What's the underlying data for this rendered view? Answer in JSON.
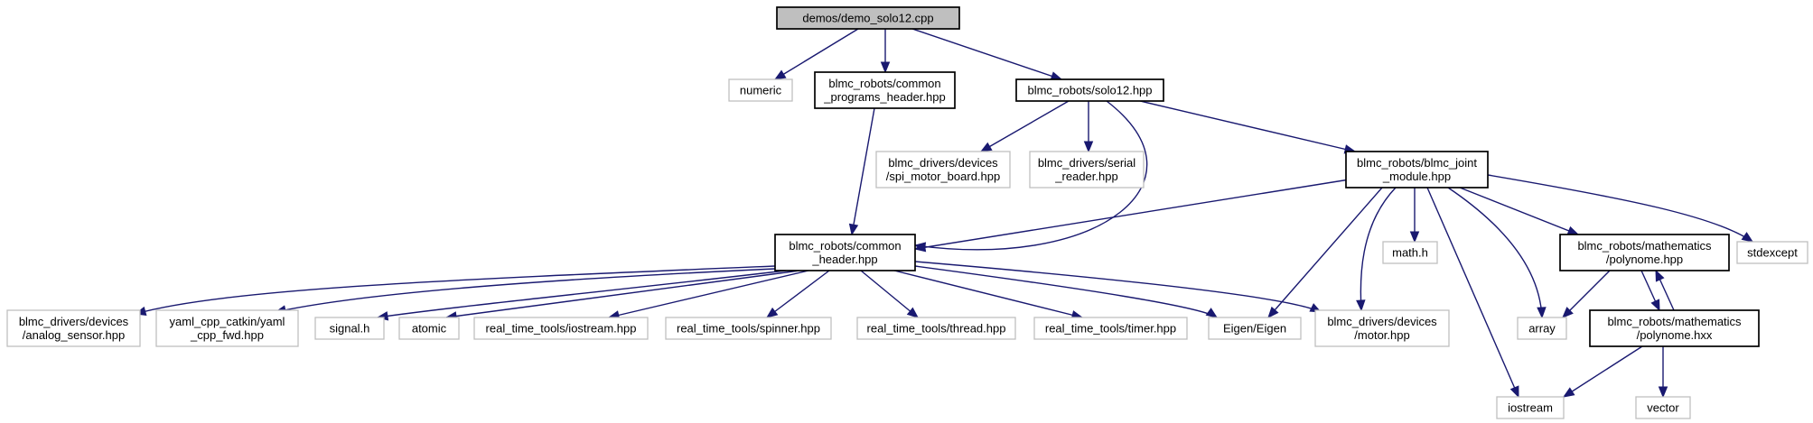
{
  "diagram": {
    "nodes": [
      {
        "id": "root",
        "lines": [
          "demos/demo_solo12.cpp"
        ],
        "style": "root"
      },
      {
        "id": "numeric",
        "lines": [
          "numeric"
        ],
        "style": "external"
      },
      {
        "id": "common_programs",
        "lines": [
          "blmc_robots/common",
          "_programs_header.hpp"
        ],
        "style": "documented"
      },
      {
        "id": "solo12",
        "lines": [
          "blmc_robots/solo12.hpp"
        ],
        "style": "documented"
      },
      {
        "id": "spi_motor_board",
        "lines": [
          "blmc_drivers/devices",
          "/spi_motor_board.hpp"
        ],
        "style": "external"
      },
      {
        "id": "serial_reader",
        "lines": [
          "blmc_drivers/serial",
          "_reader.hpp"
        ],
        "style": "external"
      },
      {
        "id": "blmc_joint",
        "lines": [
          "blmc_robots/blmc_joint",
          "_module.hpp"
        ],
        "style": "documented"
      },
      {
        "id": "common_header",
        "lines": [
          "blmc_robots/common",
          "_header.hpp"
        ],
        "style": "documented"
      },
      {
        "id": "math_h",
        "lines": [
          "math.h"
        ],
        "style": "external"
      },
      {
        "id": "polynome_hpp",
        "lines": [
          "blmc_robots/mathematics",
          "/polynome.hpp"
        ],
        "style": "documented"
      },
      {
        "id": "stdexcept",
        "lines": [
          "stdexcept"
        ],
        "style": "external"
      },
      {
        "id": "analog_sensor",
        "lines": [
          "blmc_drivers/devices",
          "/analog_sensor.hpp"
        ],
        "style": "external"
      },
      {
        "id": "yaml_cpp",
        "lines": [
          "yaml_cpp_catkin/yaml",
          "_cpp_fwd.hpp"
        ],
        "style": "external"
      },
      {
        "id": "signal_h",
        "lines": [
          "signal.h"
        ],
        "style": "external"
      },
      {
        "id": "atomic",
        "lines": [
          "atomic"
        ],
        "style": "external"
      },
      {
        "id": "rt_iostream",
        "lines": [
          "real_time_tools/iostream.hpp"
        ],
        "style": "external"
      },
      {
        "id": "rt_spinner",
        "lines": [
          "real_time_tools/spinner.hpp"
        ],
        "style": "external"
      },
      {
        "id": "rt_thread",
        "lines": [
          "real_time_tools/thread.hpp"
        ],
        "style": "external"
      },
      {
        "id": "rt_timer",
        "lines": [
          "real_time_tools/timer.hpp"
        ],
        "style": "external"
      },
      {
        "id": "eigen",
        "lines": [
          "Eigen/Eigen"
        ],
        "style": "external"
      },
      {
        "id": "motor",
        "lines": [
          "blmc_drivers/devices",
          "/motor.hpp"
        ],
        "style": "external"
      },
      {
        "id": "array",
        "lines": [
          "array"
        ],
        "style": "external"
      },
      {
        "id": "polynome_hxx",
        "lines": [
          "blmc_robots/mathematics",
          "/polynome.hxx"
        ],
        "style": "documented"
      },
      {
        "id": "iostream",
        "lines": [
          "iostream"
        ],
        "style": "external"
      },
      {
        "id": "vector",
        "lines": [
          "vector"
        ],
        "style": "external"
      }
    ],
    "edges": [
      {
        "from": "root",
        "to": "numeric"
      },
      {
        "from": "root",
        "to": "common_programs"
      },
      {
        "from": "root",
        "to": "solo12"
      },
      {
        "from": "common_programs",
        "to": "common_header"
      },
      {
        "from": "solo12",
        "to": "spi_motor_board"
      },
      {
        "from": "solo12",
        "to": "serial_reader"
      },
      {
        "from": "solo12",
        "to": "blmc_joint"
      },
      {
        "from": "solo12",
        "to": "common_header"
      },
      {
        "from": "blmc_joint",
        "to": "common_header"
      },
      {
        "from": "blmc_joint",
        "to": "eigen"
      },
      {
        "from": "blmc_joint",
        "to": "motor"
      },
      {
        "from": "blmc_joint",
        "to": "math_h"
      },
      {
        "from": "blmc_joint",
        "to": "iostream"
      },
      {
        "from": "blmc_joint",
        "to": "array"
      },
      {
        "from": "blmc_joint",
        "to": "polynome_hpp"
      },
      {
        "from": "blmc_joint",
        "to": "stdexcept"
      },
      {
        "from": "common_header",
        "to": "analog_sensor"
      },
      {
        "from": "common_header",
        "to": "yaml_cpp"
      },
      {
        "from": "common_header",
        "to": "signal_h"
      },
      {
        "from": "common_header",
        "to": "atomic"
      },
      {
        "from": "common_header",
        "to": "rt_iostream"
      },
      {
        "from": "common_header",
        "to": "rt_spinner"
      },
      {
        "from": "common_header",
        "to": "rt_thread"
      },
      {
        "from": "common_header",
        "to": "rt_timer"
      },
      {
        "from": "common_header",
        "to": "eigen"
      },
      {
        "from": "common_header",
        "to": "motor"
      },
      {
        "from": "polynome_hpp",
        "to": "array"
      },
      {
        "from": "polynome_hpp",
        "to": "polynome_hxx"
      },
      {
        "from": "polynome_hxx",
        "to": "polynome_hpp"
      },
      {
        "from": "polynome_hxx",
        "to": "iostream"
      },
      {
        "from": "polynome_hxx",
        "to": "vector"
      }
    ],
    "colors": {
      "edge": "#191970",
      "root_fill": "#bfbfbf",
      "documented_border": "#000000",
      "external_border": "#bfbfbf",
      "text": "#000000"
    }
  }
}
